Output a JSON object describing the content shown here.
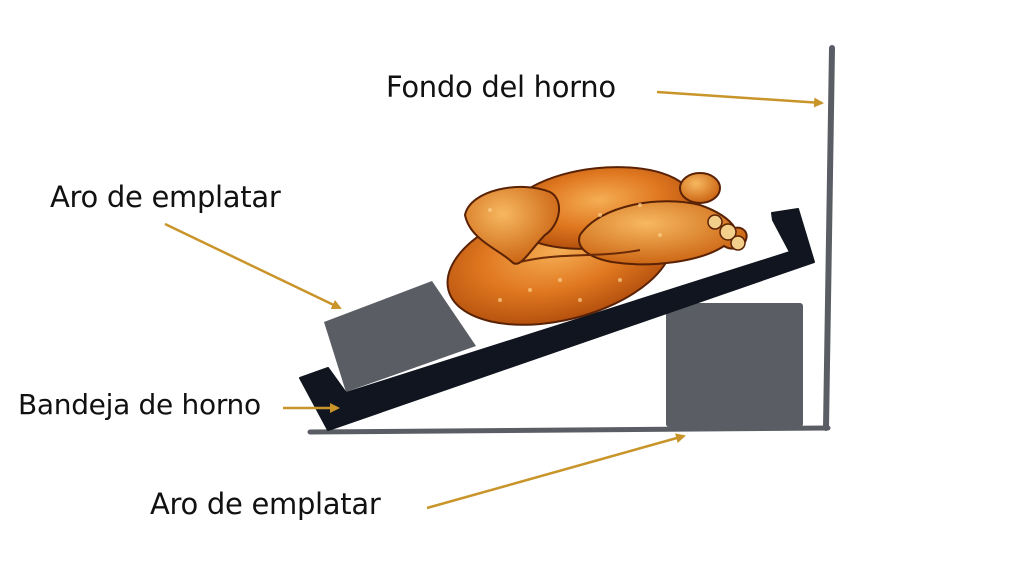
{
  "diagram": {
    "title": "",
    "labels": {
      "oven_back": "Fondo del horno",
      "plating_ring_top": "Aro de emplatar",
      "oven_tray": "Bandeja de horno",
      "plating_ring_bottom": "Aro de emplatar"
    },
    "colors": {
      "arrow": "#C9952A",
      "oven_wall": "#5A5D64",
      "tray": "#10151F",
      "ring_block": "#5A5D64",
      "chicken_base": "#D86A17",
      "chicken_highlight": "#F2A54A",
      "chicken_outline": "#5A2205",
      "background": "#FFFFFF"
    },
    "elements": [
      {
        "id": "oven-back-wall",
        "type": "line",
        "description": "vertical oven back wall"
      },
      {
        "id": "oven-floor",
        "type": "line",
        "description": "oven floor"
      },
      {
        "id": "plating-ring-small",
        "type": "block",
        "description": "tilted ring under the low end of the tray"
      },
      {
        "id": "plating-ring-large",
        "type": "block",
        "description": "ring block under the high end of the tray"
      },
      {
        "id": "oven-tray",
        "type": "tray",
        "description": "inclined baking tray"
      },
      {
        "id": "roast-chicken",
        "type": "illustration",
        "description": "roast chicken resting on the tray"
      }
    ],
    "arrows": [
      {
        "from": "oven_back",
        "to": "oven-back-wall"
      },
      {
        "from": "plating_ring_top",
        "to": "plating-ring-small"
      },
      {
        "from": "oven_tray",
        "to": "oven-tray"
      },
      {
        "from": "plating_ring_bottom",
        "to": "plating-ring-large"
      }
    ]
  }
}
